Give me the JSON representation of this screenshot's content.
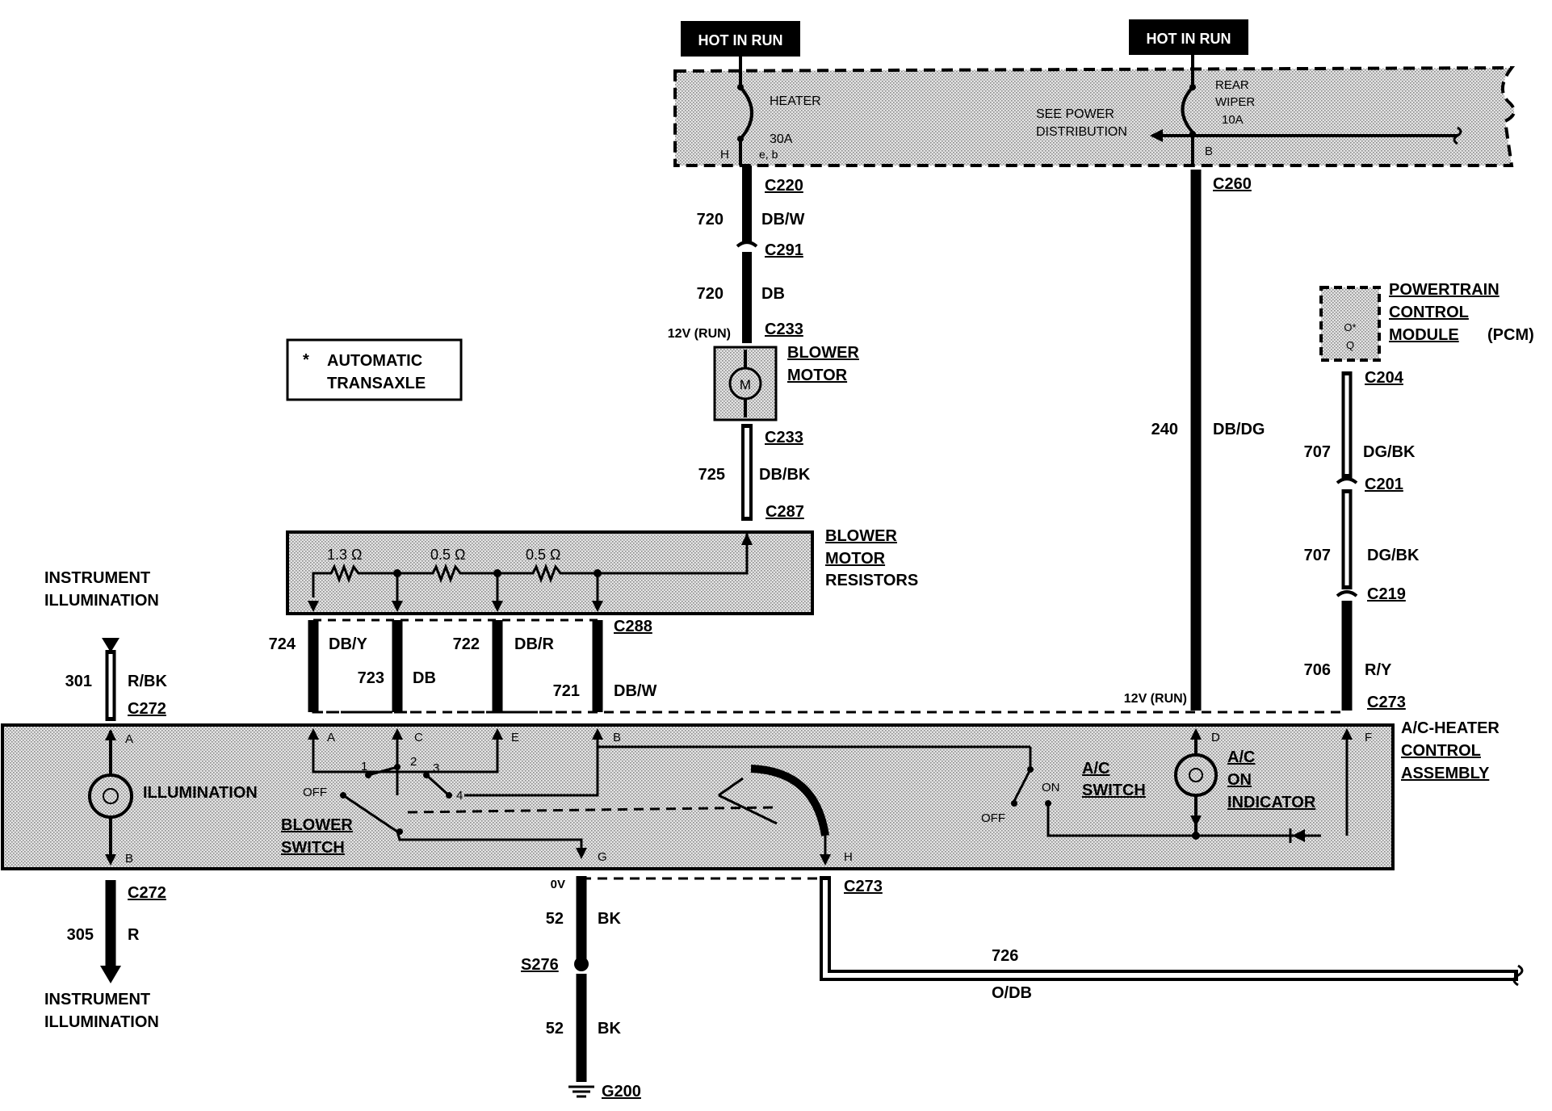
{
  "power": {
    "hot_left": "HOT IN RUN",
    "hot_right": "HOT IN RUN",
    "heater_fuse": "HEATER",
    "heater_fuse_amp": "30A",
    "heater_fuse_pins": "e, b",
    "heater_pin": "H",
    "rear_wiper": "REAR",
    "rear_wiper2": "WIPER",
    "rear_wiper_amp": "10A",
    "see_power": "SEE POWER",
    "distribution": "DISTRIBUTION",
    "rear_pin": "B"
  },
  "connectors": {
    "c220": "C220",
    "c291": "C291",
    "c233a": "C233",
    "c233b": "C233",
    "c287": "C287",
    "c288": "C288",
    "c260": "C260",
    "c204": "C204",
    "c201": "C201",
    "c219": "C219",
    "c273a": "C273",
    "c273b": "C273",
    "c272a": "C272",
    "c272b": "C272",
    "s276": "S276",
    "g200": "G200"
  },
  "wires": {
    "w720a_num": "720",
    "w720a_col": "DB/W",
    "w720b_num": "720",
    "w720b_col": "DB",
    "w725_num": "725",
    "w725_col": "DB/BK",
    "w724_num": "724",
    "w724_col": "DB/Y",
    "w723_num": "723",
    "w723_col": "DB",
    "w722_num": "722",
    "w722_col": "DB/R",
    "w721_num": "721",
    "w721_col": "DB/W",
    "w240_num": "240",
    "w240_col": "DB/DG",
    "w707a_num": "707",
    "w707a_col": "DG/BK",
    "w707b_num": "707",
    "w707b_col": "DG/BK",
    "w706_num": "706",
    "w706_col": "R/Y",
    "w301_num": "301",
    "w301_col": "R/BK",
    "w305_num": "305",
    "w305_col": "R",
    "w52a_num": "52",
    "w52a_col": "BK",
    "w52b_num": "52",
    "w52b_col": "BK",
    "w726_num": "726",
    "w726_col": "O/DB"
  },
  "voltages": {
    "v12_blower": "12V (RUN)",
    "v12_c273": "12V (RUN)",
    "v0": "0V"
  },
  "components": {
    "blower_motor_1": "BLOWER",
    "blower_motor_2": "MOTOR",
    "motor_symbol": "M",
    "resistors_1": "BLOWER",
    "resistors_2": "MOTOR",
    "resistors_3": "RESISTORS",
    "r1": "1.3 Ω",
    "r2": "0.5 Ω",
    "r3": "0.5 Ω",
    "pcm_1": "POWERTRAIN",
    "pcm_2": "CONTROL",
    "pcm_3": "MODULE",
    "pcm_3b": "(PCM)",
    "pcm_pin_1": "O*",
    "pcm_pin_2": "Q",
    "ac_heater_1": "A/C-HEATER",
    "ac_heater_2": "CONTROL",
    "ac_heater_3": "ASSEMBLY",
    "illumination": "ILLUMINATION",
    "blower_switch_1": "BLOWER",
    "blower_switch_2": "SWITCH",
    "ac_switch_1": "A/C",
    "ac_switch_2": "SWITCH",
    "ac_on_1": "A/C",
    "ac_on_2": "ON",
    "ac_on_3": "INDICATOR",
    "sw_off": "OFF",
    "sw_on": "ON",
    "sw_off2": "OFF",
    "pos1": "1",
    "pos2": "2",
    "pos3": "3",
    "pos4": "4",
    "pin_a_left": "A",
    "pin_b_left": "B",
    "pin_a": "A",
    "pin_c": "C",
    "pin_e": "E",
    "pin_b": "B",
    "pin_d": "D",
    "pin_f": "F",
    "pin_g": "G",
    "pin_h": "H"
  },
  "notes": {
    "note_star": "*",
    "note_1": "AUTOMATIC",
    "note_2": "TRANSAXLE",
    "instr_top_1": "INSTRUMENT",
    "instr_top_2": "ILLUMINATION",
    "instr_bot_1": "INSTRUMENT",
    "instr_bot_2": "ILLUMINATION"
  }
}
